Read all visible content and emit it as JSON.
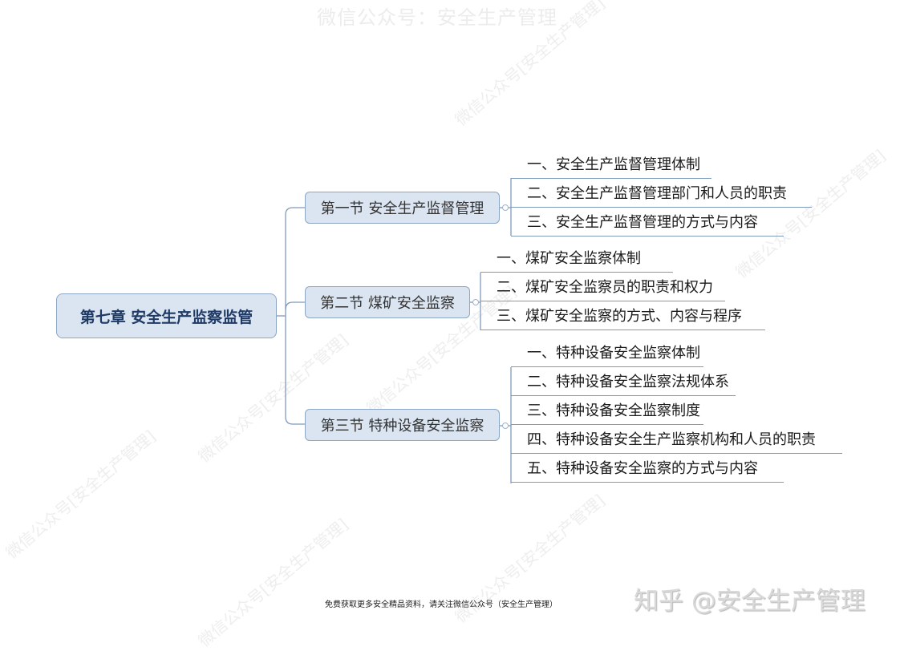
{
  "watermarks": {
    "top": "微信公众号：安全生产管理",
    "diagonal": "微信公众号[安全生产管理]",
    "zhihu": "知乎 @安全生产管理"
  },
  "footer": {
    "note": "免费获取更多安全精品资料，请关注微信公众号（安全生产管理）"
  },
  "mindmap": {
    "root": {
      "label": "第七章 安全生产监察监管"
    },
    "sections": [
      {
        "label": "第一节 安全生产监督管理",
        "items": [
          "一、安全生产监督管理体制",
          "二、安全生产监督管理部门和人员的职责",
          "三、安全生产监督管理的方式与内容"
        ]
      },
      {
        "label": "第二节 煤矿安全监察",
        "items": [
          "一、煤矿安全监察体制",
          "二、煤矿安全监察员的职责和权力",
          "三、煤矿安全监察的方式、内容与程序"
        ]
      },
      {
        "label": "第三节 特种设备安全监察",
        "items": [
          "一、特种设备安全监察体制",
          "二、特种设备安全监察法规体系",
          "三、特种设备安全监察制度",
          "四、特种设备安全生产监察机构和人员的职责",
          "五、特种设备安全监察的方式与内容"
        ]
      }
    ]
  },
  "colors": {
    "node_fill": "#dbe5f1",
    "node_border": "#8ca6c4",
    "root_text": "#1f3a64",
    "line": "#7f9bbb"
  }
}
